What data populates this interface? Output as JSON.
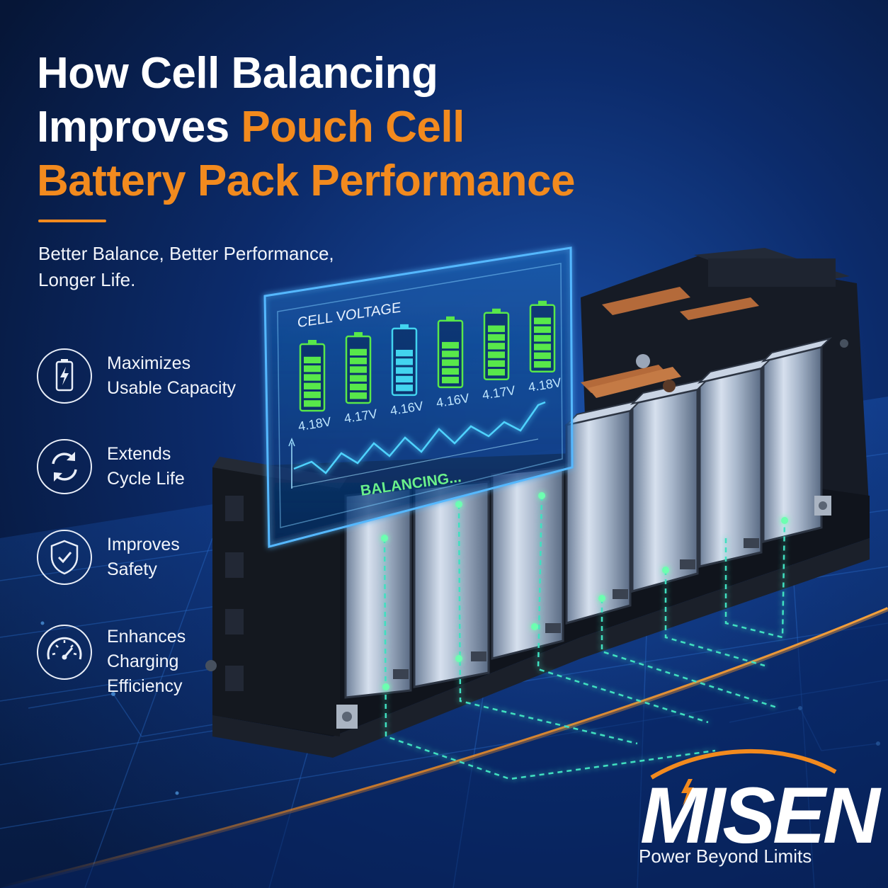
{
  "headline": {
    "line1": "How Cell Balancing",
    "line2_white": "Improves ",
    "line2_orange": "Pouch Cell",
    "line3": "Battery Pack Performance"
  },
  "subtitle": {
    "line1": "Better Balance, Better Performance,",
    "line2": "Longer Life."
  },
  "features": [
    {
      "icon": "battery-bolt-icon",
      "lines": [
        "Maximizes",
        "Usable Capacity"
      ]
    },
    {
      "icon": "cycle-arrows-icon",
      "lines": [
        "Extends",
        "Cycle Life"
      ]
    },
    {
      "icon": "shield-check-icon",
      "lines": [
        "Improves",
        "Safety"
      ]
    },
    {
      "icon": "speedometer-icon",
      "lines": [
        "Enhances",
        "Charging",
        "Efficiency"
      ]
    }
  ],
  "panel": {
    "title": "CELL VOLTAGE",
    "status": "BALANCING...",
    "cells": [
      {
        "voltage": "4.18V",
        "level": 0.92
      },
      {
        "voltage": "4.17V",
        "level": 0.8
      },
      {
        "voltage": "4.16V",
        "level": 0.7
      },
      {
        "voltage": "4.16V",
        "level": 0.7
      },
      {
        "voltage": "4.17V",
        "level": 0.8
      },
      {
        "voltage": "4.18V",
        "level": 0.92
      }
    ]
  },
  "brand": {
    "name": "MISEN",
    "tagline": "Power Beyond Limits"
  },
  "colors": {
    "accent": "#f28a1e",
    "background": "#071a45",
    "cell_green": "#58e84a",
    "cell_blue": "#42d4ef",
    "panel_glow": "#3fa9ff"
  }
}
